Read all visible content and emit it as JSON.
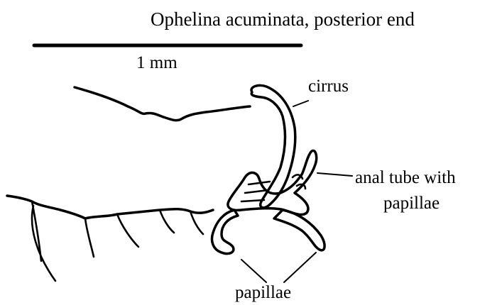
{
  "figure": {
    "title": "Ophelina acuminata, posterior end",
    "scale_bar_label": "1 mm",
    "labels": {
      "cirrus": "cirrus",
      "anal_tube_line1": "anal tube with",
      "anal_tube_line2": "papillae",
      "papillae": "papillae"
    },
    "line_color": "#000000",
    "background": "#ffffff"
  }
}
